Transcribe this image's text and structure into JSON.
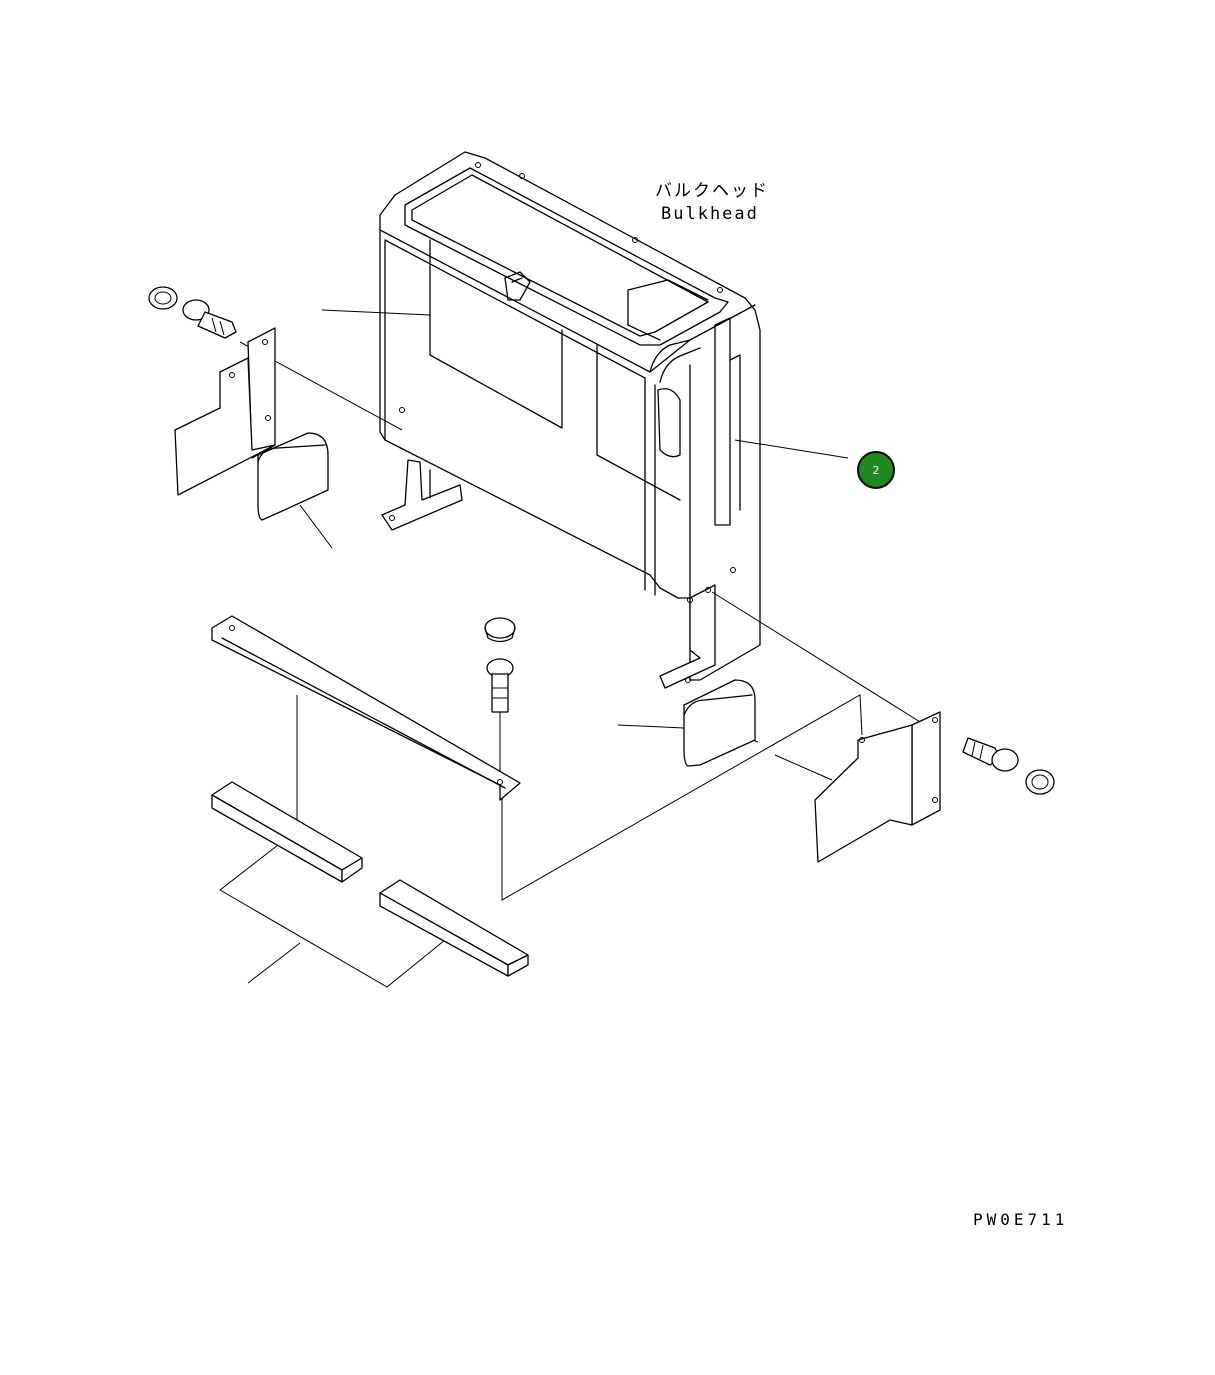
{
  "part_title": {
    "japanese": "バルクヘッド",
    "english": "Bulkhead"
  },
  "callouts": [
    {
      "number": "2",
      "color": "#1e8a1e"
    }
  ],
  "drawing_code": "PW0E711"
}
